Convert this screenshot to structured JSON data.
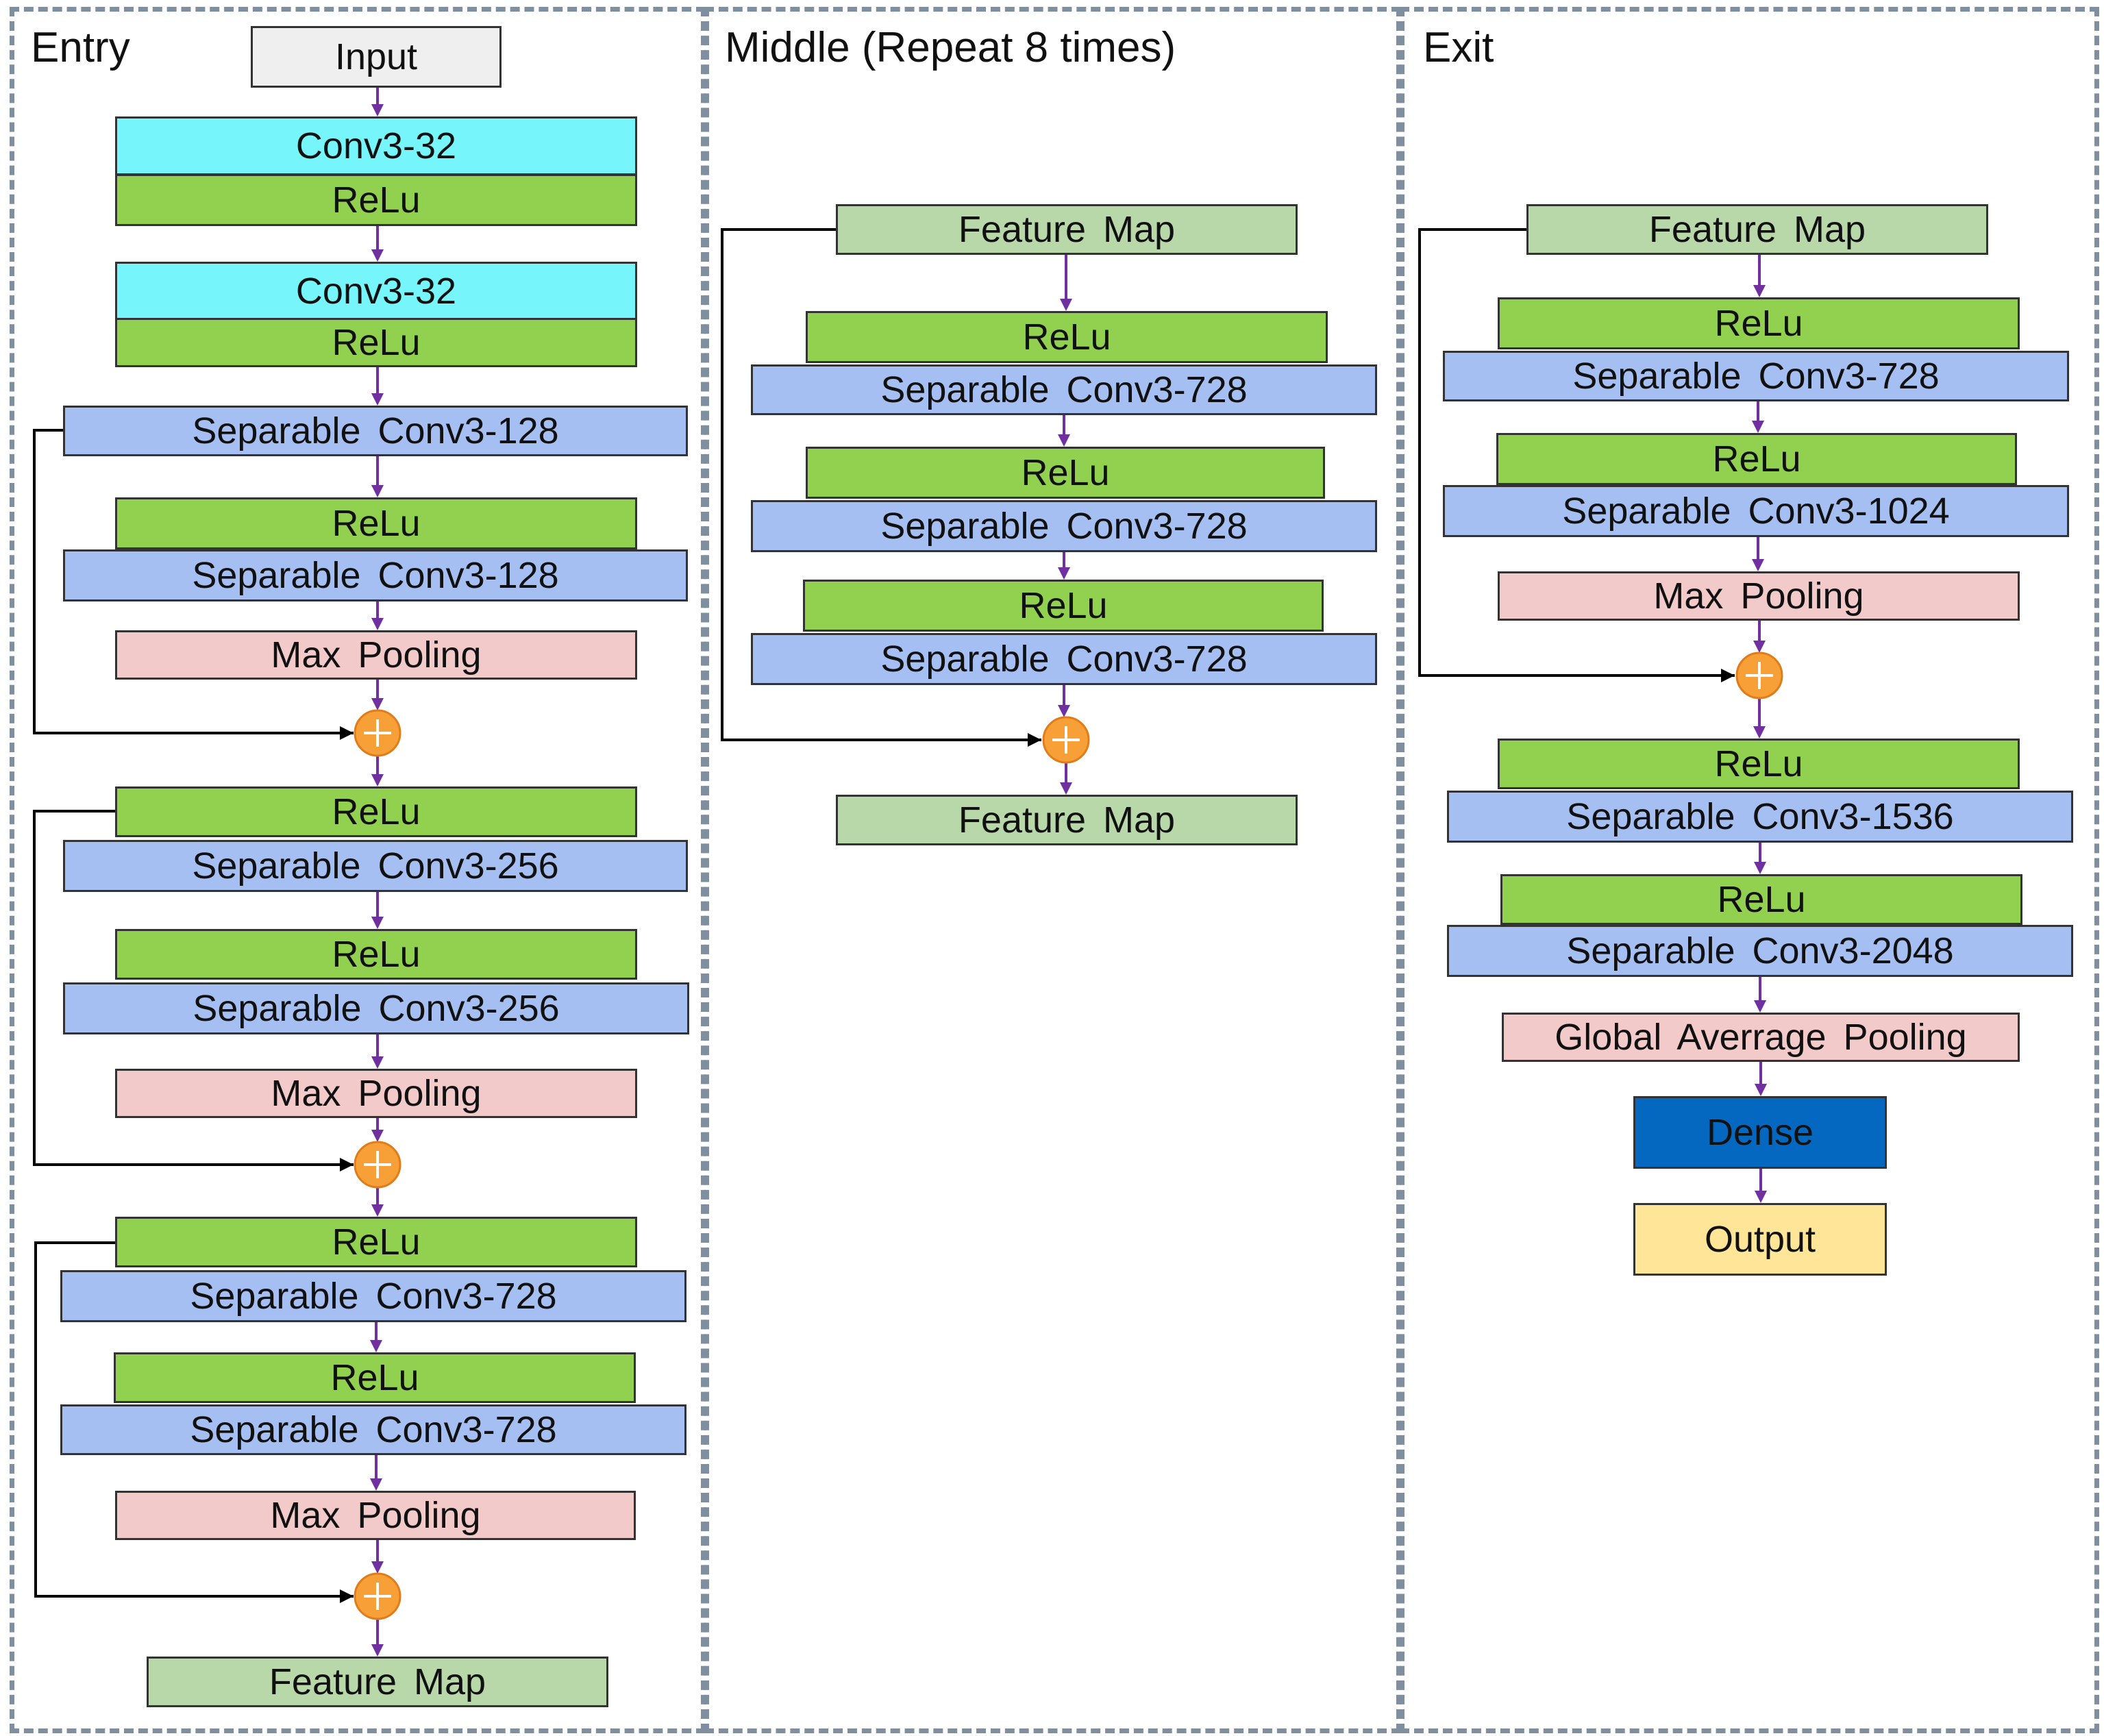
{
  "sections": [
    {
      "title": "Entry"
    },
    {
      "title": "Middle (Repeat 8 times)"
    },
    {
      "title": "Exit"
    }
  ],
  "blocks": [
    {
      "label": "Input",
      "kind": "input"
    },
    {
      "label": "Conv3-32",
      "kind": "conv"
    },
    {
      "label": "ReLu",
      "kind": "relu"
    },
    {
      "label": "Conv3-32",
      "kind": "conv"
    },
    {
      "label": "ReLu",
      "kind": "relu"
    },
    {
      "label": "Separable Conv3-128",
      "kind": "sep"
    },
    {
      "label": "ReLu",
      "kind": "relu"
    },
    {
      "label": "Separable Conv3-128",
      "kind": "sep"
    },
    {
      "label": "Max Pooling",
      "kind": "pool"
    },
    {
      "label": "ReLu",
      "kind": "relu"
    },
    {
      "label": "Separable Conv3-256",
      "kind": "sep"
    },
    {
      "label": "ReLu",
      "kind": "relu"
    },
    {
      "label": "Separable Conv3-256",
      "kind": "sep"
    },
    {
      "label": "Max Pooling",
      "kind": "pool"
    },
    {
      "label": "ReLu",
      "kind": "relu"
    },
    {
      "label": "Separable Conv3-728",
      "kind": "sep"
    },
    {
      "label": "ReLu",
      "kind": "relu"
    },
    {
      "label": "Separable Conv3-728",
      "kind": "sep"
    },
    {
      "label": "Max Pooling",
      "kind": "pool"
    },
    {
      "label": "Feature Map",
      "kind": "fmap"
    },
    {
      "label": "Feature Map",
      "kind": "fmap"
    },
    {
      "label": "ReLu",
      "kind": "relu"
    },
    {
      "label": "Separable Conv3-728",
      "kind": "sep"
    },
    {
      "label": "ReLu",
      "kind": "relu"
    },
    {
      "label": "Separable Conv3-728",
      "kind": "sep"
    },
    {
      "label": "ReLu",
      "kind": "relu"
    },
    {
      "label": "Separable Conv3-728",
      "kind": "sep"
    },
    {
      "label": "Feature Map",
      "kind": "fmap"
    },
    {
      "label": "Feature Map",
      "kind": "fmap"
    },
    {
      "label": "ReLu",
      "kind": "relu"
    },
    {
      "label": "Separable Conv3-728",
      "kind": "sep"
    },
    {
      "label": "ReLu",
      "kind": "relu"
    },
    {
      "label": "Separable Conv3-1024",
      "kind": "sep"
    },
    {
      "label": "Max Pooling",
      "kind": "pool"
    },
    {
      "label": "ReLu",
      "kind": "relu"
    },
    {
      "label": "Separable Conv3-1536",
      "kind": "sep"
    },
    {
      "label": "ReLu",
      "kind": "relu"
    },
    {
      "label": "Separable Conv3-2048",
      "kind": "sep"
    },
    {
      "label": "Global Averrage Pooling",
      "kind": "pool"
    },
    {
      "label": "Dense",
      "kind": "dense"
    },
    {
      "label": "Output",
      "kind": "output"
    }
  ],
  "colors": {
    "input": "#efefef",
    "conv": "#76f5fb",
    "relu": "#92d050",
    "sep": "#a6bff2",
    "pool": "#f2caca",
    "fmap": "#b8d8aa",
    "dense": "#0468c1",
    "output": "#ffe597",
    "flow_arrow": "#7030a0",
    "skip_line": "#000000",
    "add_node": "#f7a038",
    "panel_border": "#7f8fa0"
  },
  "icons": {
    "add_node": "circle-plus-icon",
    "flow": "arrow-down-icon",
    "skip": "elbow-arrow-icon"
  }
}
